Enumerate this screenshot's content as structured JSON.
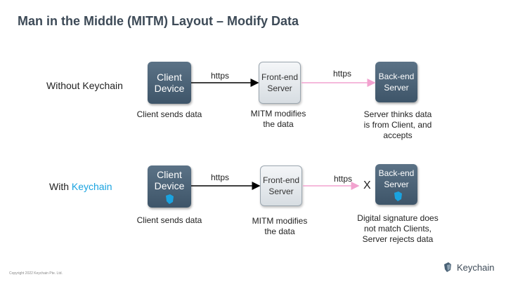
{
  "title": "Man in the Middle (MITM) Layout – Modify Data",
  "rows": [
    {
      "label_plain": "Without Keychain",
      "label_prefix": "",
      "label_accent": "",
      "client": {
        "line1": "Client",
        "line2": "Device"
      },
      "client_caption": "Client sends data",
      "edge1_label": "https",
      "front": {
        "line1": "Front-end",
        "line2": "Server"
      },
      "front_caption": [
        "MITM modifies",
        "the data"
      ],
      "edge2_label": "https",
      "back": {
        "line1": "Back-end",
        "line2": "Server"
      },
      "back_caption": [
        "Server thinks data",
        "is from Client, and",
        "accepts"
      ]
    },
    {
      "label_plain": "",
      "label_prefix": "With ",
      "label_accent": "Keychain",
      "client": {
        "line1": "Client",
        "line2": "Device"
      },
      "client_caption": "Client sends data",
      "edge1_label": "https",
      "front": {
        "line1": "Front-end",
        "line2": "Server"
      },
      "front_caption": [
        "MITM modifies",
        "the data"
      ],
      "edge2_label": "https",
      "reject_mark": "X",
      "back": {
        "line1": "Back-end",
        "line2": "Server"
      },
      "back_caption": [
        "Digital signature does",
        "not match Clients,",
        "Server rejects data"
      ]
    }
  ],
  "footer": {
    "copyright": "Copyright 2022 Keychain Pte. Ltd.",
    "logo_text": "Keychain"
  },
  "colors": {
    "accent": "#1aa3e0",
    "dark_box": "#4a6276",
    "arrow_black": "#000000",
    "arrow_pink": "#f2a2cf"
  }
}
